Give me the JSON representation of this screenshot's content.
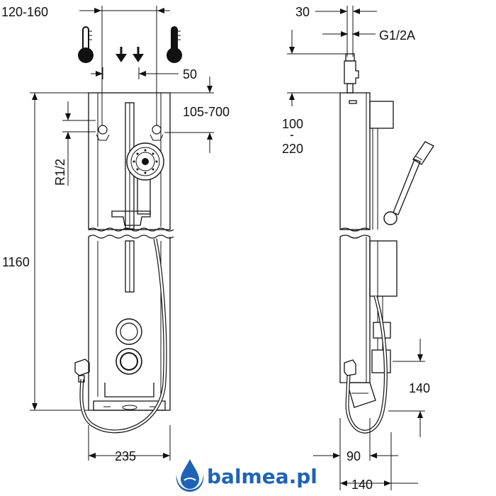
{
  "drawing": {
    "title": "Shower panel technical drawing",
    "front_view": {
      "top_width_range": "120-160",
      "inlet_spacing": "50",
      "top_offset": "105-700",
      "thread_size": "R1/2",
      "total_height": "1160",
      "base_width": "235"
    },
    "side_view": {
      "top_offset": "30",
      "connector": "G1/2A",
      "inlet_depth_top": "100",
      "inlet_depth_dash": "-",
      "inlet_depth_bottom": "220",
      "outlet_height": "140",
      "depth_panel": "90",
      "depth_total": "140"
    }
  },
  "brand": {
    "name": "balmea.pl",
    "color": "#1e63b6"
  },
  "icons": {
    "cold": "cold-thermometer-icon",
    "hot": "hot-thermometer-icon",
    "flow": "down-arrow-icon"
  }
}
